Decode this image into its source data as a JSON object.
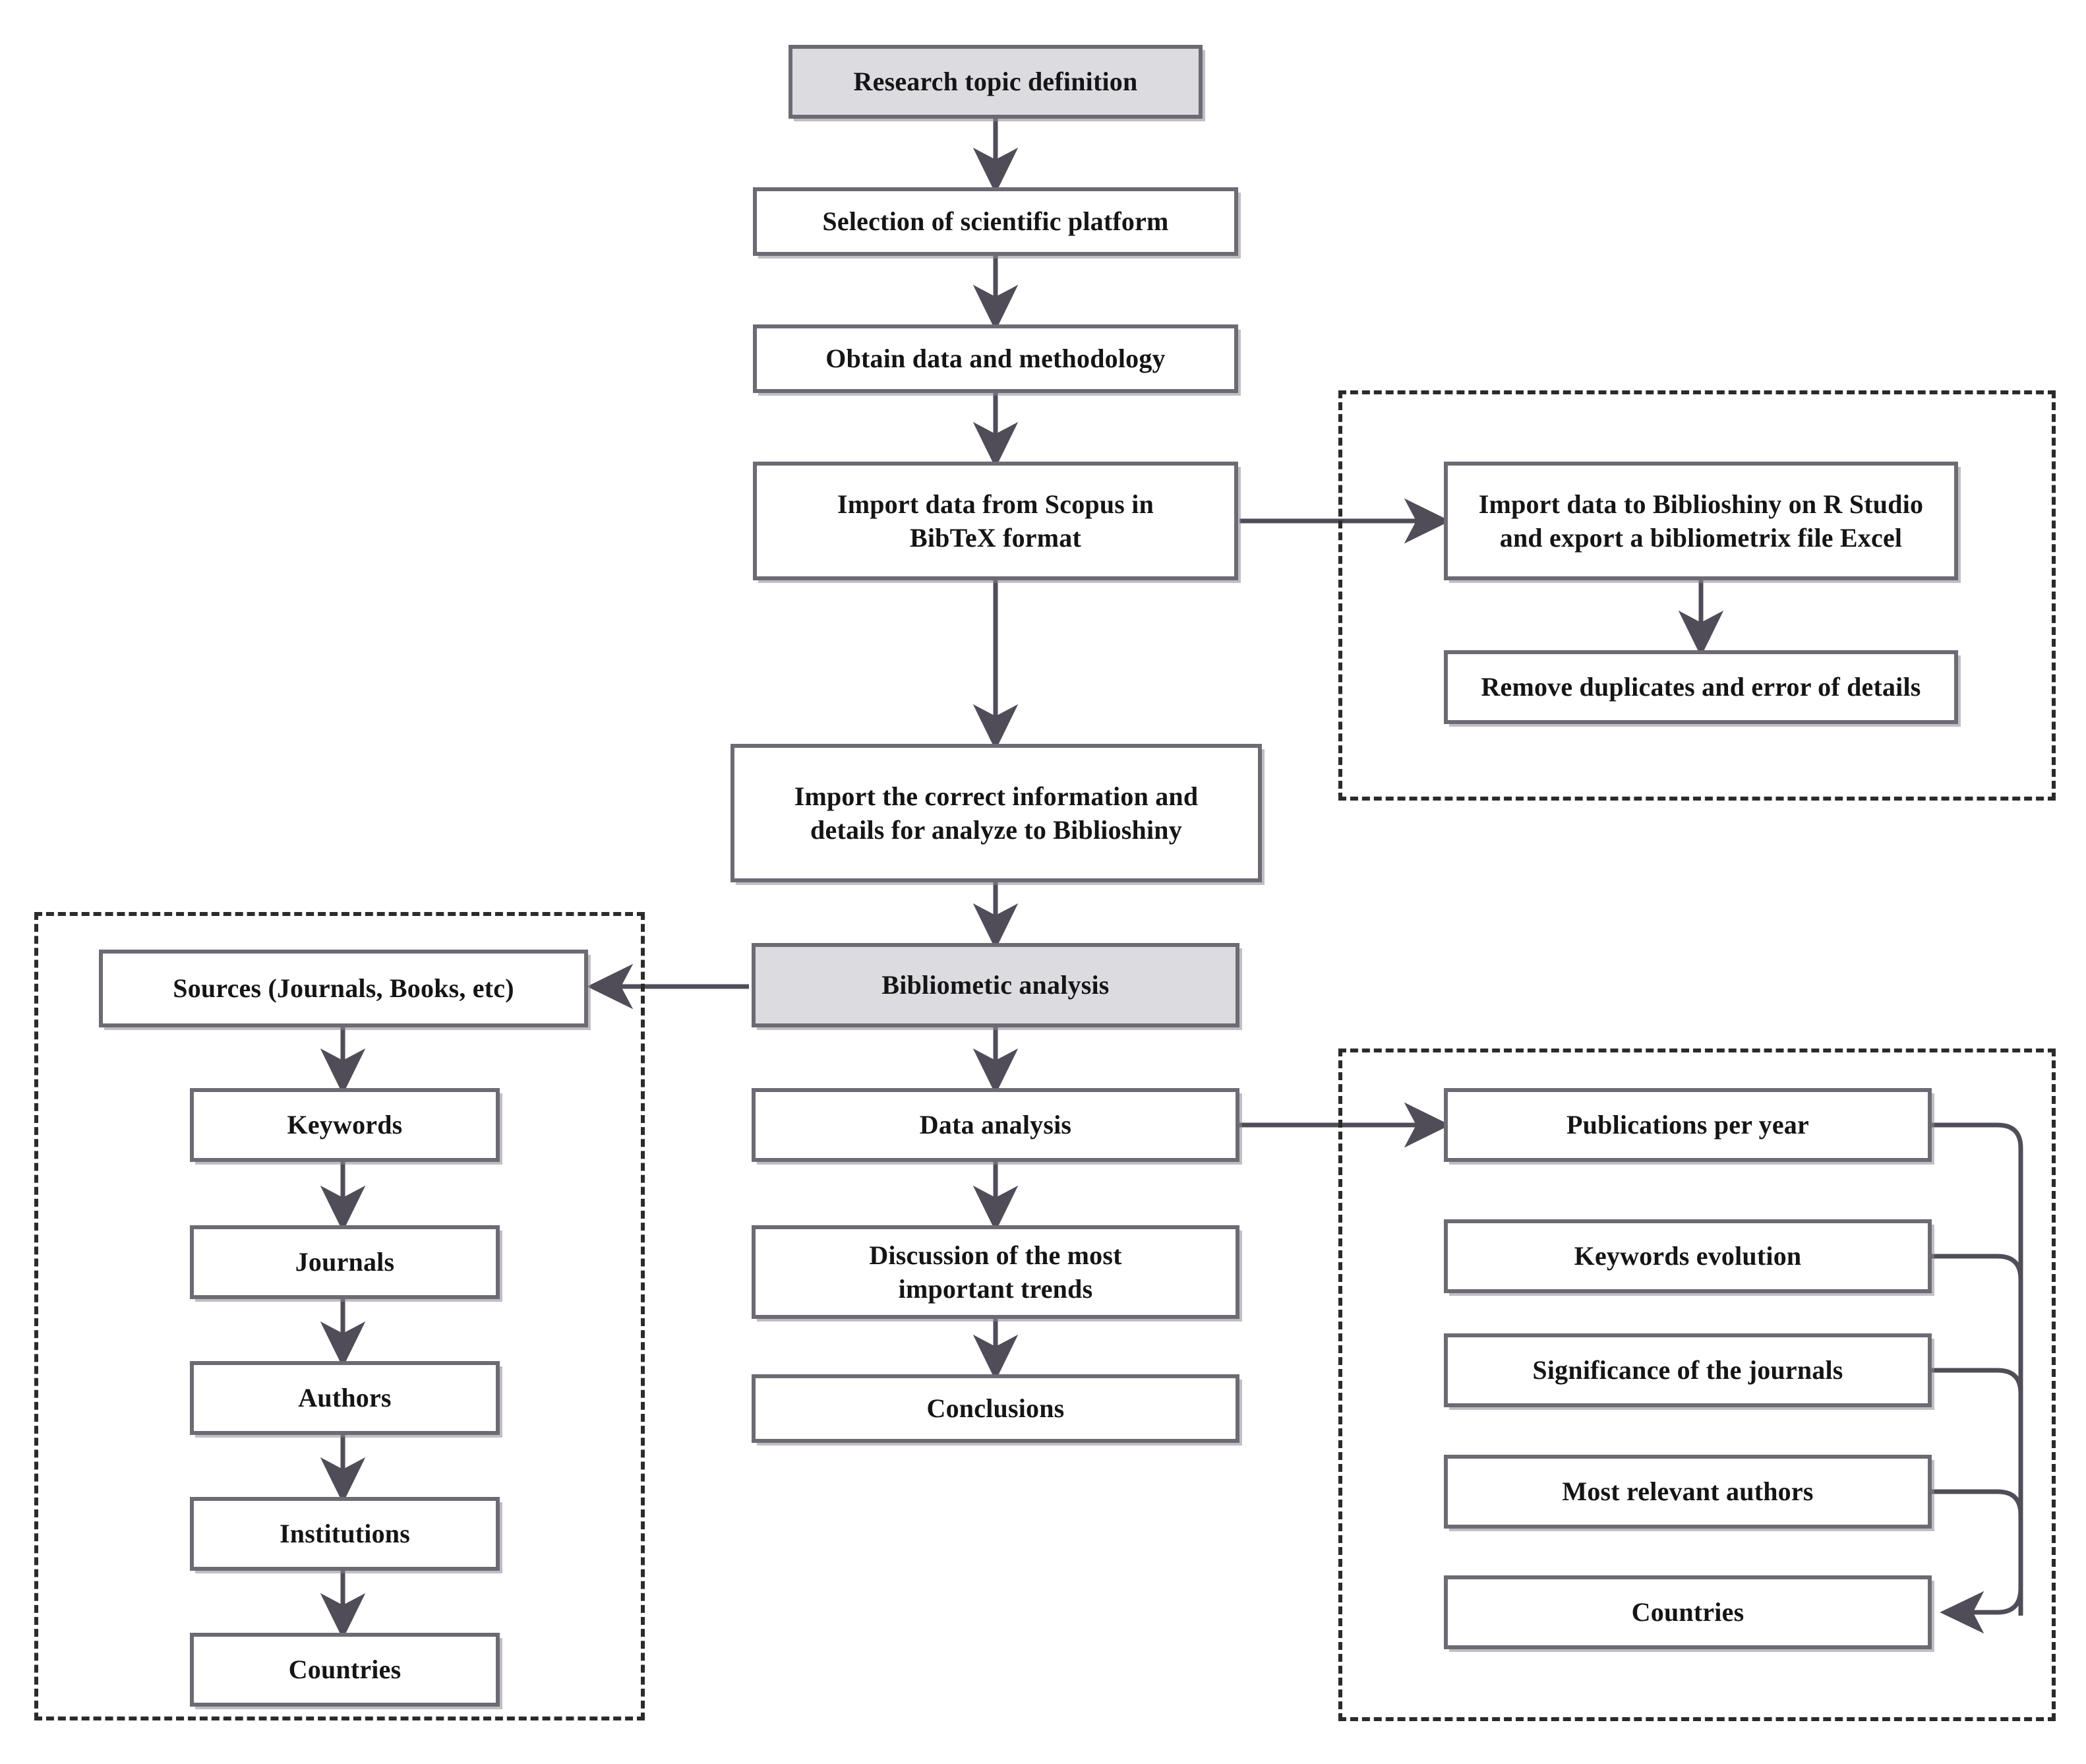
{
  "diagram": {
    "title": "Bibliometric analysis research workflow flowchart",
    "accent_border": "#6d6a74",
    "highlight_fill": "#dcdbe0",
    "line_color": "#504d58"
  },
  "main_flow": {
    "nodes": [
      {
        "id": "research-topic-definition",
        "label": "Research topic definition",
        "highlighted": true
      },
      {
        "id": "selection-of-scientific-platform",
        "label": "Selection of scientific platform",
        "highlighted": false
      },
      {
        "id": "obtain-data-and-methodology",
        "label": "Obtain data and methodology",
        "highlighted": false
      },
      {
        "id": "import-data-from-scopus",
        "label": "Import data from Scopus in\nBibTeX format",
        "highlighted": false
      },
      {
        "id": "import-correct-information",
        "label": "Import the correct information and\ndetails for analyze to Biblioshiny",
        "highlighted": false
      },
      {
        "id": "bibliometic-analysis",
        "label": "Bibliometic analysis",
        "highlighted": true
      },
      {
        "id": "data-analysis",
        "label": "Data analysis",
        "highlighted": false
      },
      {
        "id": "discussion-of-trends",
        "label": "Discussion of the most\nimportant trends",
        "highlighted": false
      },
      {
        "id": "conclusions",
        "label": "Conclusions",
        "highlighted": false
      }
    ]
  },
  "preprocessing_group": {
    "nodes": [
      {
        "id": "import-to-biblioshiny",
        "label": "Import data to Biblioshiny on R Studio\nand export a bibliometrix file Excel"
      },
      {
        "id": "remove-duplicates",
        "label": "Remove duplicates and error of details"
      }
    ]
  },
  "sources_group": {
    "nodes": [
      {
        "id": "sources",
        "label": "Sources (Journals, Books, etc)"
      },
      {
        "id": "keywords",
        "label": "Keywords"
      },
      {
        "id": "journals",
        "label": "Journals"
      },
      {
        "id": "authors",
        "label": "Authors"
      },
      {
        "id": "institutions",
        "label": "Institutions"
      },
      {
        "id": "countries-left",
        "label": "Countries"
      }
    ]
  },
  "analysis_outputs_group": {
    "nodes": [
      {
        "id": "publications-per-year",
        "label": "Publications per year"
      },
      {
        "id": "keywords-evolution",
        "label": "Keywords evolution"
      },
      {
        "id": "significance-of-journals",
        "label": "Significance of the journals"
      },
      {
        "id": "most-relevant-authors",
        "label": "Most relevant authors"
      },
      {
        "id": "countries-right",
        "label": "Countries"
      }
    ]
  }
}
